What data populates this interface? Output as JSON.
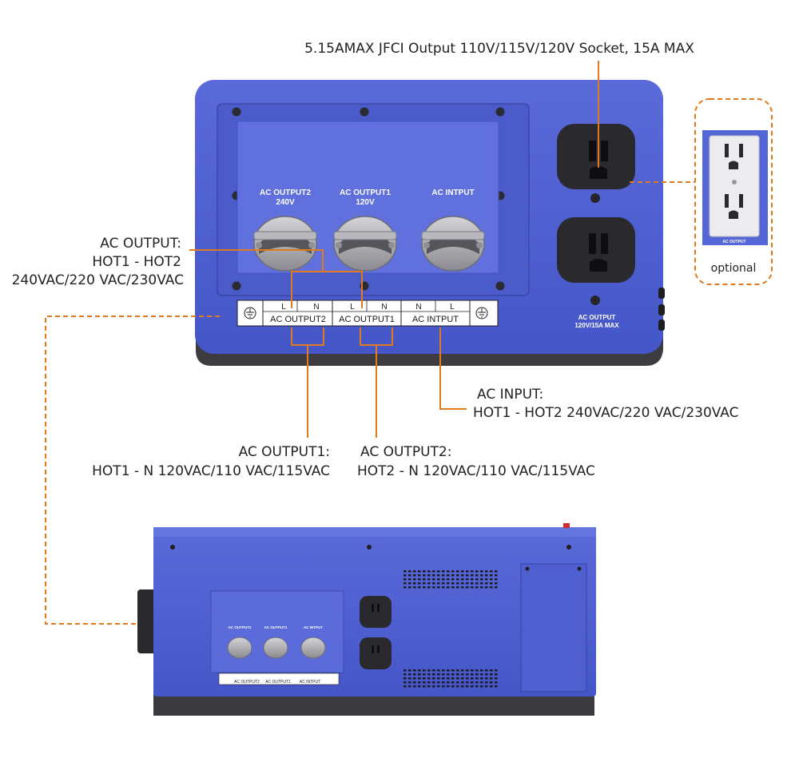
{
  "callouts": {
    "gfci": "5.15AMAX JFCI Output 110V/115V/120V Socket, 15A MAX",
    "ac_output_title": "AC OUTPUT:",
    "ac_output_line1": "HOT1 - HOT2",
    "ac_output_line2": "240VAC/220 VAC/230VAC",
    "ac_input_title": "AC INPUT:",
    "ac_input_line1": "HOT1 - HOT2 240VAC/220 VAC/230VAC",
    "ac_output1_title": "AC OUTPUT1:",
    "ac_output1_line1": "HOT1 - N 120VAC/110 VAC/115VAC",
    "ac_output2_title": "AC OUTPUT2:",
    "ac_output2_line1": "HOT2 - N 120VAC/110 VAC/115VAC",
    "optional": "optional"
  },
  "panel": {
    "port1_line1": "AC OUTPUT2",
    "port1_line2": "240V",
    "port2_line1": "AC OUTPUT1",
    "port2_line2": "120V",
    "port3_line1": "AC INTPUT",
    "strip_L1": "L",
    "strip_N1": "N",
    "strip_L2": "L",
    "strip_N2": "N",
    "strip_N3": "N",
    "strip_L3": "L",
    "strip_group1": "AC OUTPUT2",
    "strip_group2": "AC OUTPUT1",
    "strip_group3": "AC INTPUT",
    "outlet_label1": "AC OUTPUT",
    "outlet_label2": "120V/15A MAX",
    "optional_outlet_label": "AC OUTPUT"
  },
  "colors": {
    "body_blue": "#4d5fd1",
    "panel_blue": "#5a6bd8",
    "callout_orange": "#e07a1f",
    "dark_base": "#3a3a3f"
  }
}
